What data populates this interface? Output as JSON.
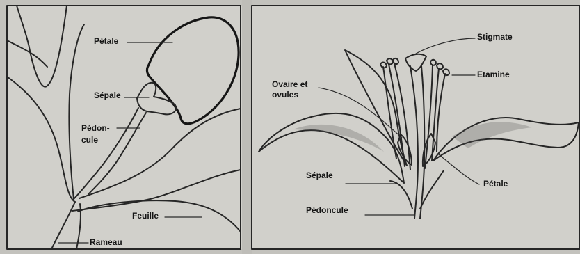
{
  "left_diagram": {
    "labels": {
      "petale": "Pétale",
      "sepale": "Sépale",
      "pedoncule_line1": "Pédon-",
      "pedoncule_line2": "cule",
      "feuille": "Feuille",
      "rameau": "Rameau"
    }
  },
  "right_diagram": {
    "labels": {
      "stigmate": "Stigmate",
      "etamine": "Etamine",
      "ovaire_line1": "Ovaire et",
      "ovaire_line2": "ovules",
      "sepale": "Sépale",
      "petale": "Pétale",
      "pedoncule": "Pédoncule"
    }
  }
}
